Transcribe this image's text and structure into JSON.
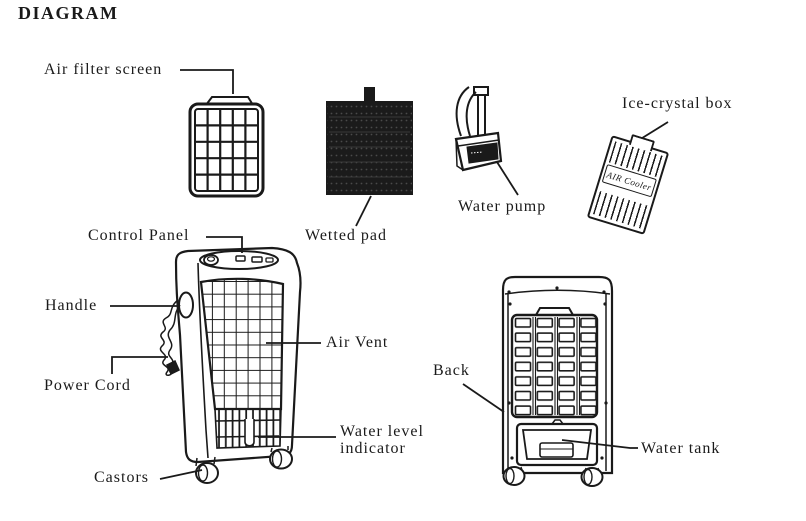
{
  "title": "DIAGRAM",
  "labels": {
    "air_filter": "Air filter screen",
    "wetted_pad": "Wetted pad",
    "water_pump": "Water pump",
    "ice_crystal": "Ice-crystal box",
    "control_panel": "Control Panel",
    "handle": "Handle",
    "power_cord": "Power Cord",
    "castors": "Castors",
    "air_vent": "Air Vent",
    "water_level_1": "Water level",
    "water_level_2": "indicator",
    "back": "Back",
    "water_tank": "Water tank"
  },
  "ice_box_print": "AIR Cooler",
  "colors": {
    "ink": "#1a1a1a",
    "background": "#ffffff"
  }
}
